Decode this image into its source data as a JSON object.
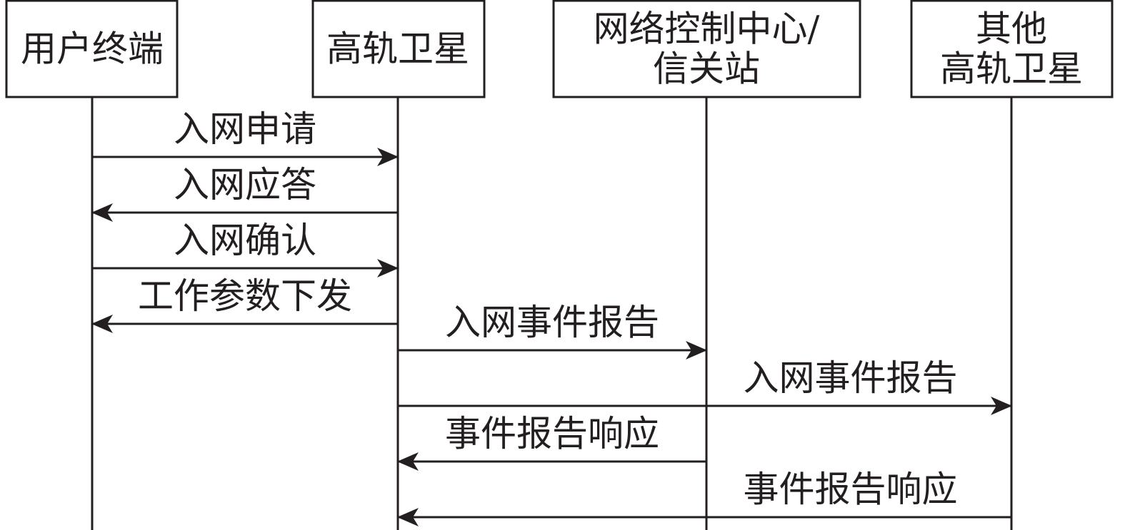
{
  "diagram": {
    "type": "sequence",
    "participants": [
      {
        "id": "ut",
        "lines": [
          "用户终端"
        ]
      },
      {
        "id": "geo",
        "lines": [
          "高轨卫星"
        ]
      },
      {
        "id": "ncc",
        "lines": [
          "网络控制中心/",
          "信关站"
        ]
      },
      {
        "id": "ogeo",
        "lines": [
          "其他",
          "高轨卫星"
        ]
      }
    ],
    "messages": [
      {
        "from": "ut",
        "to": "geo",
        "label": "入网申请"
      },
      {
        "from": "geo",
        "to": "ut",
        "label": "入网应答"
      },
      {
        "from": "ut",
        "to": "geo",
        "label": "入网确认"
      },
      {
        "from": "geo",
        "to": "ut",
        "label": "工作参数下发"
      },
      {
        "from": "geo",
        "to": "ncc",
        "label": "入网事件报告"
      },
      {
        "from": "geo",
        "to": "ogeo",
        "label": "入网事件报告"
      },
      {
        "from": "ncc",
        "to": "geo",
        "label": "事件报告响应"
      },
      {
        "from": "ogeo",
        "to": "geo",
        "label": "事件报告响应"
      }
    ],
    "colors": {
      "ink": "#231f20",
      "background": "#ffffff"
    }
  }
}
